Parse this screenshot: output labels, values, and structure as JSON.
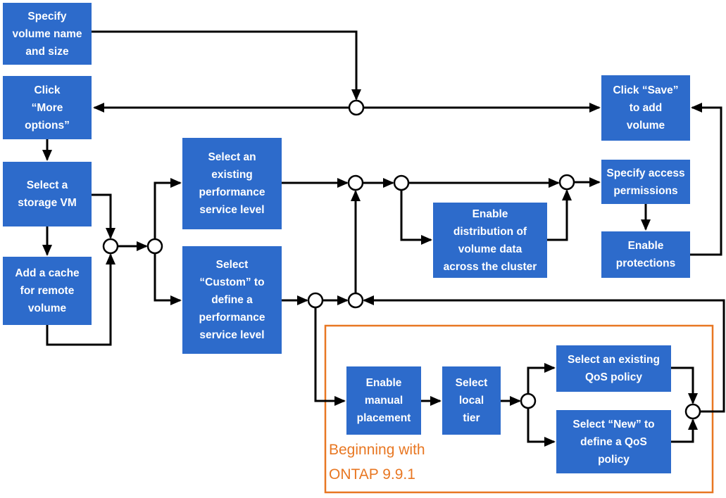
{
  "diagram_type": "flowchart",
  "colors": {
    "box_fill": "#2d6bcb",
    "box_text": "#ffffff",
    "connector": "#000000",
    "junction_fill": "#ffffff",
    "group_border_orange": "#e87722",
    "background": "#ffffff"
  },
  "boxes": [
    {
      "id": "specify-volume-name",
      "label": "Specify\nvolume name\nand size"
    },
    {
      "id": "click-more-options",
      "label": "Click\n“More\noptions”"
    },
    {
      "id": "select-storage-vm",
      "label": "Select a\nstorage VM"
    },
    {
      "id": "add-cache-remote-volume",
      "label": "Add a cache\nfor remote\nvolume"
    },
    {
      "id": "select-existing-psl",
      "label": "Select an\nexisting\nperformance\nservice level"
    },
    {
      "id": "select-custom-psl",
      "label": "Select\n“Custom” to\ndefine a\nperformance\nservice level"
    },
    {
      "id": "enable-distribution",
      "label": "Enable\ndistribution of\nvolume data\nacross the cluster"
    },
    {
      "id": "click-save",
      "label": "Click “Save”\nto add\nvolume"
    },
    {
      "id": "specify-access-permissions",
      "label": "Specify access\npermissions"
    },
    {
      "id": "enable-protections",
      "label": "Enable\nprotections"
    },
    {
      "id": "enable-manual-placement",
      "label": "Enable\nmanual\nplacement"
    },
    {
      "id": "select-local-tier",
      "label": "Select\nlocal\ntier"
    },
    {
      "id": "select-existing-qos",
      "label": "Select an existing\nQoS policy"
    },
    {
      "id": "select-new-qos",
      "label": "Select “New” to\ndefine a QoS\npolicy"
    }
  ],
  "group": {
    "label": "Beginning with\nONTAP 9.9.1"
  }
}
